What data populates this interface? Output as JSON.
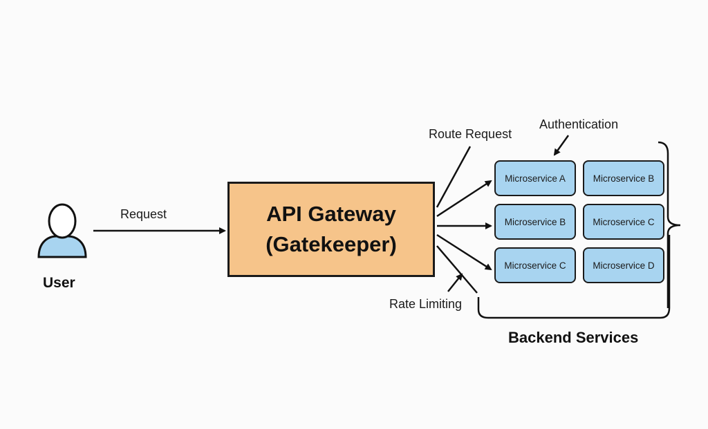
{
  "diagram": {
    "user": {
      "label": "User",
      "icon": "user-icon",
      "fill": "#a8d4f0"
    },
    "edges": {
      "request": "Request",
      "route_request": "Route Request",
      "authentication": "Authentication",
      "rate_limiting": "Rate Limiting"
    },
    "gateway": {
      "title": "API Gateway",
      "subtitle": "(Gatekeeper)",
      "fill": "#f6c48a"
    },
    "backend": {
      "label": "Backend Services",
      "fill": "#a8d4f0",
      "services": [
        "Microservice A",
        "Microservice B",
        "Microservice B",
        "Microservice C",
        "Microservice C",
        "Microservice D"
      ]
    }
  }
}
